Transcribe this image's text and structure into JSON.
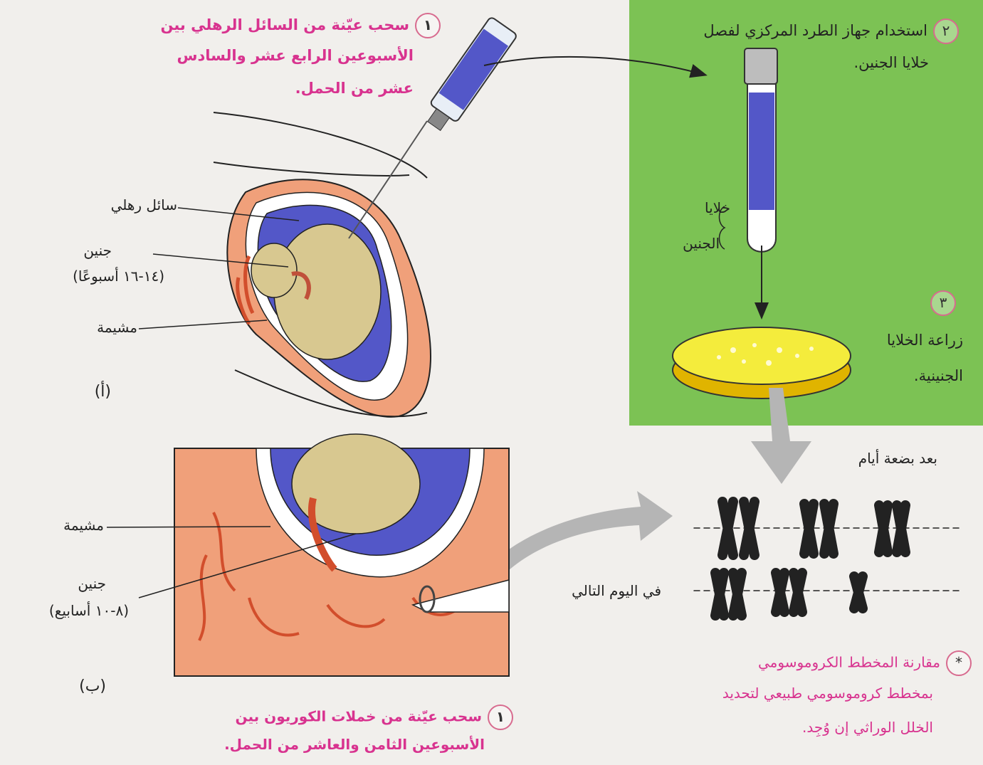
{
  "step_a1": {
    "num": "١",
    "line1": "سحب عيّنة من السائل الرهلي بين",
    "line2": "الأسبوعين الرابع عشر والسادس",
    "line3": "عشر من الحمل."
  },
  "step_a2": {
    "num": "٢",
    "line1": "استخدام جهاز الطرد المركزي لفصل",
    "line2": "خلايا الجنين."
  },
  "step_a3": {
    "num": "٣",
    "line1": "زراعة الخلايا",
    "line2": "الجنينية."
  },
  "fetal_cells": {
    "line1": "خلايا",
    "line2": "الجنين"
  },
  "label_fluid": "سائل رهلي",
  "label_fetus_a": {
    "line1": "جنين",
    "line2": "(١٤-١٦ أسبوعًا)"
  },
  "label_chorion_a": "مشيمة",
  "label_part_a": "(أ)",
  "label_chorion_b": "مشيمة",
  "label_fetus_b": {
    "line1": "جنين",
    "line2": "(٨-١٠ أسابيع)"
  },
  "label_part_b": "(ب)",
  "step_b1": {
    "num": "١",
    "line1": "سحب عيّنة من خملات الكوريون بين",
    "line2": "الأسبوعين الثامن والعاشر من الحمل."
  },
  "after_days": "بعد بضعة أيام",
  "next_day": "في اليوم التالي",
  "compare": {
    "mark": "*",
    "line1": "مقارنة المخطط الكروموسومي",
    "line2": "بمخطط كروموسومي طبيعي لتحديد",
    "line3": "الخلل الوراثي إن وُجِد."
  },
  "colors": {
    "green": "#7cc254",
    "pink": "#d8338f",
    "uterus": "#f0a07a",
    "fluid": "#5357c8",
    "fetus": "#d8c890",
    "dish": "#f4ec3c"
  }
}
